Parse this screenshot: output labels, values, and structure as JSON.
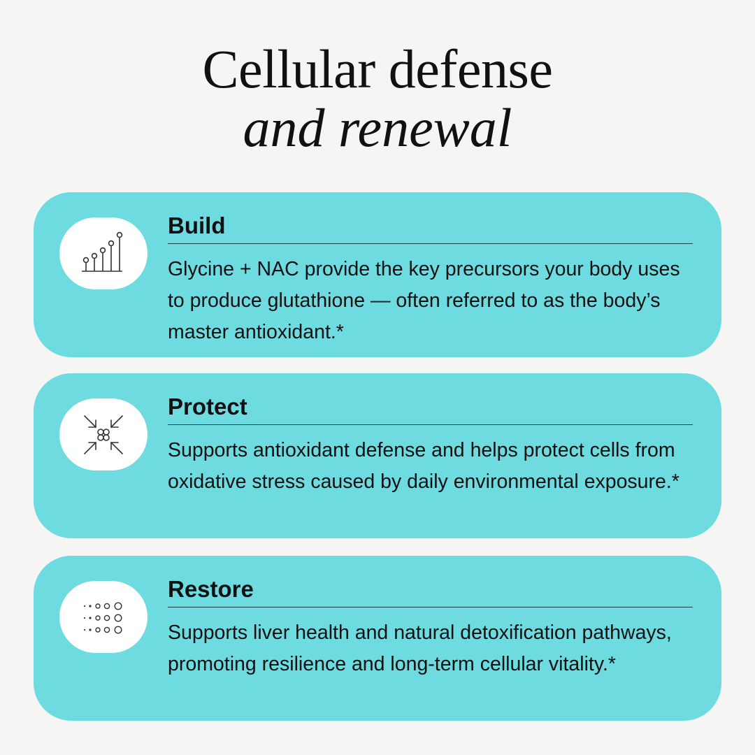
{
  "title": {
    "line1": "Cellular defense",
    "line2": "and renewal"
  },
  "cards": [
    {
      "icon": "bar-chart-icon",
      "heading": "Build",
      "body": "Glycine + NAC provide the key precursors your body uses to produce glutathione — often referred to as the body’s master antioxidant.*"
    },
    {
      "icon": "converging-arrows-icon",
      "heading": "Protect",
      "body": "Supports antioxidant defense and helps protect cells from oxidative stress caused by daily environmental exposure.*"
    },
    {
      "icon": "dot-grid-icon",
      "heading": "Restore",
      "body": "Supports liver health and natural detoxification pathways, promoting resilience and long-term cellular vitality.*"
    }
  ],
  "colors": {
    "background": "#f5f5f3",
    "card": "#6ddbe0",
    "icon_bg": "#ffffff",
    "text": "#111111"
  }
}
